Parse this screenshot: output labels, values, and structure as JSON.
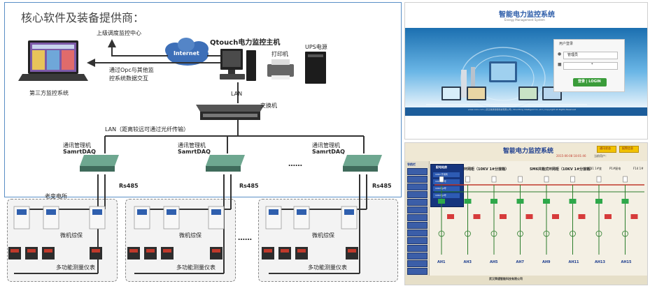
{
  "diagram": {
    "heading": "核心软件及装备提供商：",
    "host_label": "Qtouch电力监控主机",
    "upper_center": "上级调度监控中心",
    "internet": "Internet",
    "opc_line1": "通过Opc与其他监",
    "opc_line2": "控系统数据交互",
    "third_party": "第三方监控系统",
    "printer": "打印机",
    "ups": "UPS电源",
    "lan": "LAN",
    "switch": "交换机",
    "lan_long": "LAN（距离较远可通过光纤传输）",
    "comm_manager": "通讯管理机",
    "comm_model": "SamrtDAQ",
    "rs485": "Rs485",
    "ellipsis": "……",
    "old_substation": "老变电所",
    "protection": "微机综保",
    "meter": "多功能测量仪表"
  },
  "login_screen": {
    "title": "智能电力监控系统",
    "subtitle": "Energy Management System",
    "box_title": "用户登录",
    "username": "管理员",
    "password": "*",
    "button": "登录 | LOGIN",
    "footer": "www.xxxx.com | 武汉舜通智能科技有限公司 | ShunTong Intelligent Co.,Ltd | Copyright All Rights Reserved"
  },
  "scada_screen": {
    "title": "智能电力监控系统",
    "datetime": "2015-06-08 18:01:46",
    "status_text": "当前用户：",
    "btn_query": "通讯状态",
    "btn_alarm": "报警信息",
    "menu_header": "导航栏",
    "popup_title": "配电站房",
    "popup_items": [
      "10KV 开闭所",
      "10KV站1号",
      "10KV站2号",
      "10KV站3号"
    ],
    "line1": "环网柜（10KV 1#分接箱）",
    "line2": "SM6共箱式环网柜（10KV 1#分接箱）",
    "right_labels": [
      "C01 1#变",
      "P1#配电",
      "F14 1#"
    ],
    "cabinets": [
      "AH1",
      "AH3",
      "AH5",
      "AH7",
      "AH9",
      "AH11",
      "AH13",
      "AH15"
    ],
    "footer": "武汉舜通智能科技有限公司"
  },
  "colors": {
    "frame": "#5a8fc6",
    "arrow": "#333333",
    "login_button": "#3a9c3a",
    "scada_title": "#1f3f8f"
  }
}
